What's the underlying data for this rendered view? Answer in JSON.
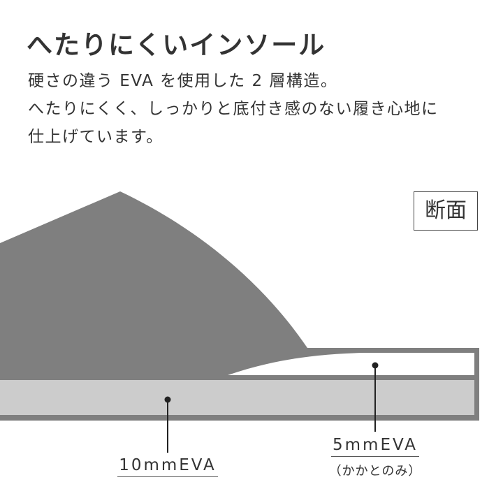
{
  "header": {
    "title": "へたりにくいインソール",
    "description_lines": [
      "硬さの違う EVA を使用した 2 層構造。",
      "へたりにくく、しっかりと底付き感のない履き心地に",
      "仕上げています。"
    ]
  },
  "diagram": {
    "section_label": "断面",
    "layers": [
      {
        "name": "10mmEVA",
        "note": ""
      },
      {
        "name": "5mmEVA",
        "note": "（かかとのみ）"
      }
    ],
    "colors": {
      "upper": "#7f7f7f",
      "base_layer": "#cccccc",
      "heel_layer": "#ffffff",
      "outline": "#7f7f7f",
      "leader": "#222222"
    }
  }
}
